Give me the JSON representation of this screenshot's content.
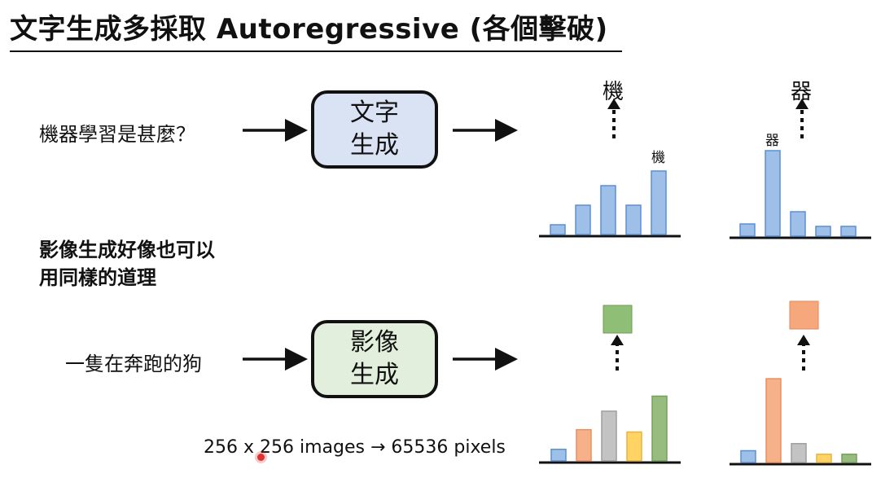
{
  "slide": {
    "title": "文字生成多採取 Autoregressive (各個擊破)",
    "top_prompt": "機器學習是甚麼？",
    "text_box": {
      "line1": "文字",
      "line2": "生成"
    },
    "note": {
      "line1": "影像生成好像也可以",
      "line2": "用同樣的道理"
    },
    "bottom_prompt": "一隻在奔跑的狗",
    "image_box": {
      "line1": "影像",
      "line2": "生成"
    },
    "caption": "256 x 256 images → 65536 pixels",
    "text_outputs": [
      "機",
      "器"
    ],
    "text_bar_labels": [
      "機",
      "器"
    ],
    "colors": {
      "text_box_fill": "#d9e3f3",
      "image_box_fill": "#e2efdc",
      "bar_blue": "#9ebfe7",
      "bar_blue_stroke": "#5b8fd0",
      "bar_orange": "#f6b08a",
      "bar_gray": "#c3c3c3",
      "bar_yellow": "#ffd465",
      "bar_green": "#98bc80",
      "swatch_green": "#8fbe76",
      "swatch_orange": "#f6a77b"
    }
  },
  "chart_data": [
    {
      "type": "bar",
      "values": [
        1,
        3,
        5,
        3,
        6.5
      ],
      "colors": [
        "blue",
        "blue",
        "blue",
        "blue",
        "blue"
      ],
      "highlight_label": "機",
      "highlight_index": 4
    },
    {
      "type": "bar",
      "values": [
        1,
        7,
        2,
        0.8,
        0.8
      ],
      "colors": [
        "blue",
        "blue",
        "blue",
        "blue",
        "blue"
      ],
      "highlight_label": "器",
      "highlight_index": 1
    },
    {
      "type": "bar",
      "values": [
        1,
        2.7,
        4.3,
        2.5,
        5.6
      ],
      "colors": [
        "blue",
        "orange",
        "gray",
        "yellow",
        "green"
      ],
      "output_swatch": "green"
    },
    {
      "type": "bar",
      "values": [
        1,
        7.1,
        1.6,
        0.7,
        0.7
      ],
      "colors": [
        "blue",
        "orange",
        "gray",
        "yellow",
        "green"
      ],
      "output_swatch": "orange"
    }
  ]
}
